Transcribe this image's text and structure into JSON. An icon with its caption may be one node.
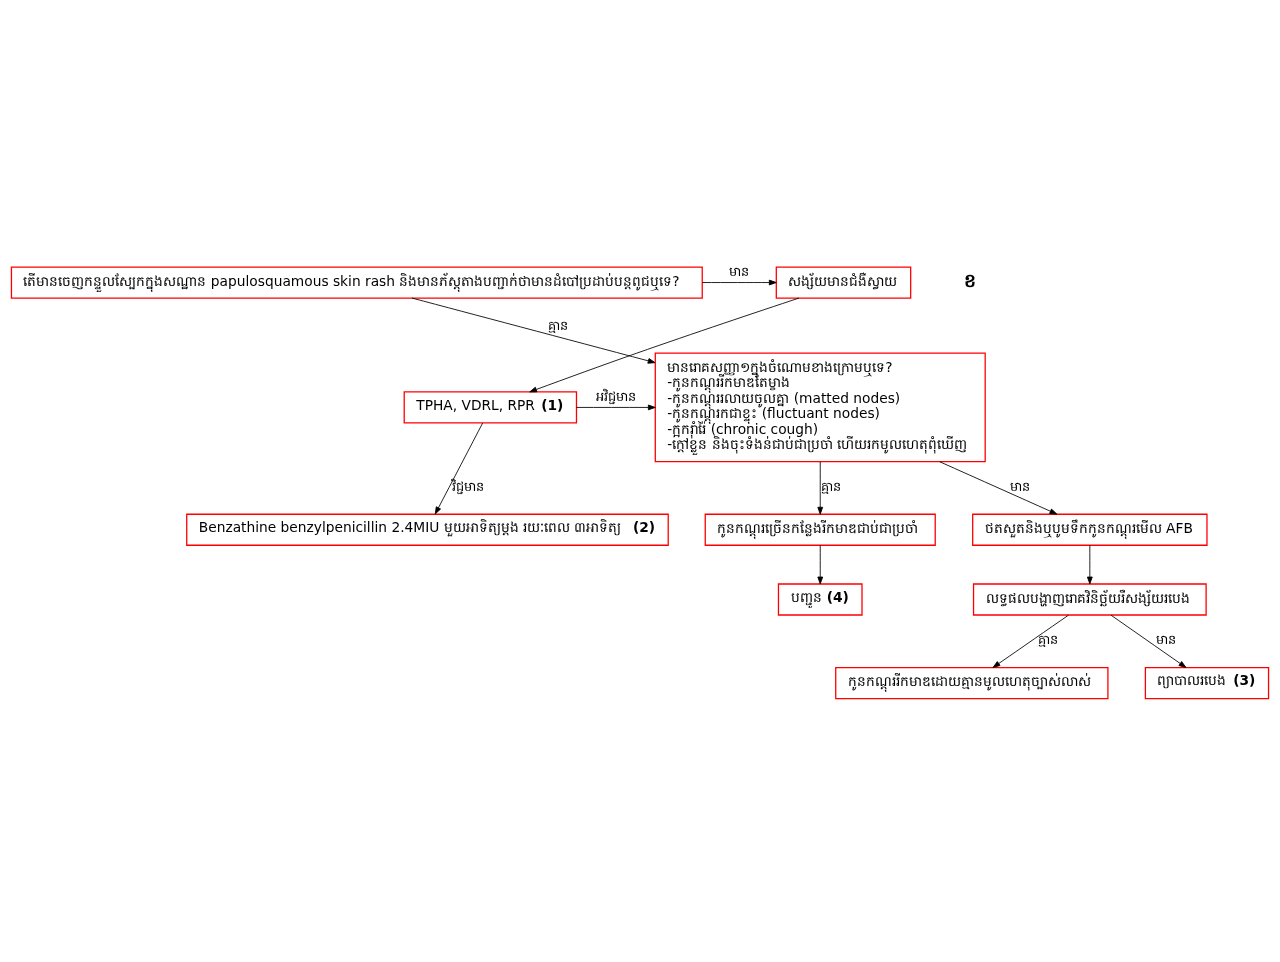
{
  "diagram": {
    "nodes": [
      {
        "text": [
          "តើមានចេញកន្ទួលស្បែកក្នុងសណ្ឋាន papulosquamous skin rash និងមានភ័ស្តុតាងបញ្ជាក់ថាមានដំបៅប្រដាប់បន្តពូជឬទេ?"
        ]
      },
      {
        "text": [
          "សង្ស័យមានជំងឺស្វាយ"
        ]
      },
      {
        "text": [
          "TPHA, VDRL, RPR **(1)**"
        ]
      },
      {
        "text": [
          "Benzathine benzylpenicillin 2.4MIU មួយអាទិត្យម្តង រយៈពេល ៣អាទិត្យ **(2)**"
        ]
      },
      {
        "text": [
          "មានរោគសញ្ញា១ក្នុងចំណោមខាងក្រោមឬទេ?",
          "-កូនកណ្តុររីកមាឌតែម្ខាង",
          "-កូនកណ្តុររលាយចូលគ្នា (matted nodes)",
          "-កូនកណ្តុរកជាខ្ទុះ (fluctuant nodes)",
          "-ក្អករ៉ាំរ៉ៃ (chronic cough)",
          "-ក្តៅខ្លួន និងចុះទំងន់ជាប់ជាប្រចាំ ហើយរកមូលហេតុពុំឃើញ"
        ]
      },
      {
        "text": [
          "ថតសួតនិងឬបូមទឹកកូនកណ្តុរមើល AFB"
        ]
      },
      {
        "text": [
          "លទ្ធផលបង្ហាញរោគវិនិច្ឆ័យរឺសង្ស័យរបេង"
        ]
      },
      {
        "text": [
          "កូនកណ្តុរច្រើនកន្លែងរីកមាឌជាប់ជាប្រចាំ"
        ]
      },
      {
        "text": [
          "បញ្ជូន **(4)**"
        ]
      },
      {
        "text": [
          "កូនកណ្តុររីកមាឌដោយគ្មានមូលហេតុច្បាស់លាស់"
        ]
      },
      {
        "text": [
          "ព្យាបាលរបេង **(3)**"
        ]
      }
    ],
    "edges": [
      {
        "from": 0,
        "to": 1,
        "arrow": "to",
        "label": "មាន"
      },
      {
        "from": 1,
        "to": 2,
        "arrow": "to"
      },
      {
        "from": 0,
        "to": 4,
        "arrow": "to",
        "label": "គ្មាន"
      },
      {
        "from": 2,
        "to": 4,
        "arrow": "to",
        "label": "អវិជ្ជមាន"
      },
      {
        "from": 2,
        "to": 3,
        "arrow": "to",
        "label": "វិជ្ជមាន"
      },
      {
        "from": 4,
        "to": 5,
        "arrow": "to",
        "label": "មាន"
      },
      {
        "from": 5,
        "to": 6,
        "arrow": "to"
      },
      {
        "from": 4,
        "to": 7,
        "arrow": "to",
        "label": "គ្មាន"
      },
      {
        "from": 7,
        "to": 8,
        "arrow": "to"
      },
      {
        "from": 6,
        "to": 9,
        "arrow": "to",
        "label": "គ្មាន"
      },
      {
        "from": 6,
        "to": 10,
        "arrow": "to",
        "label": "មាន"
      }
    ],
    "labels": [
      "ខ"
    ]
  }
}
